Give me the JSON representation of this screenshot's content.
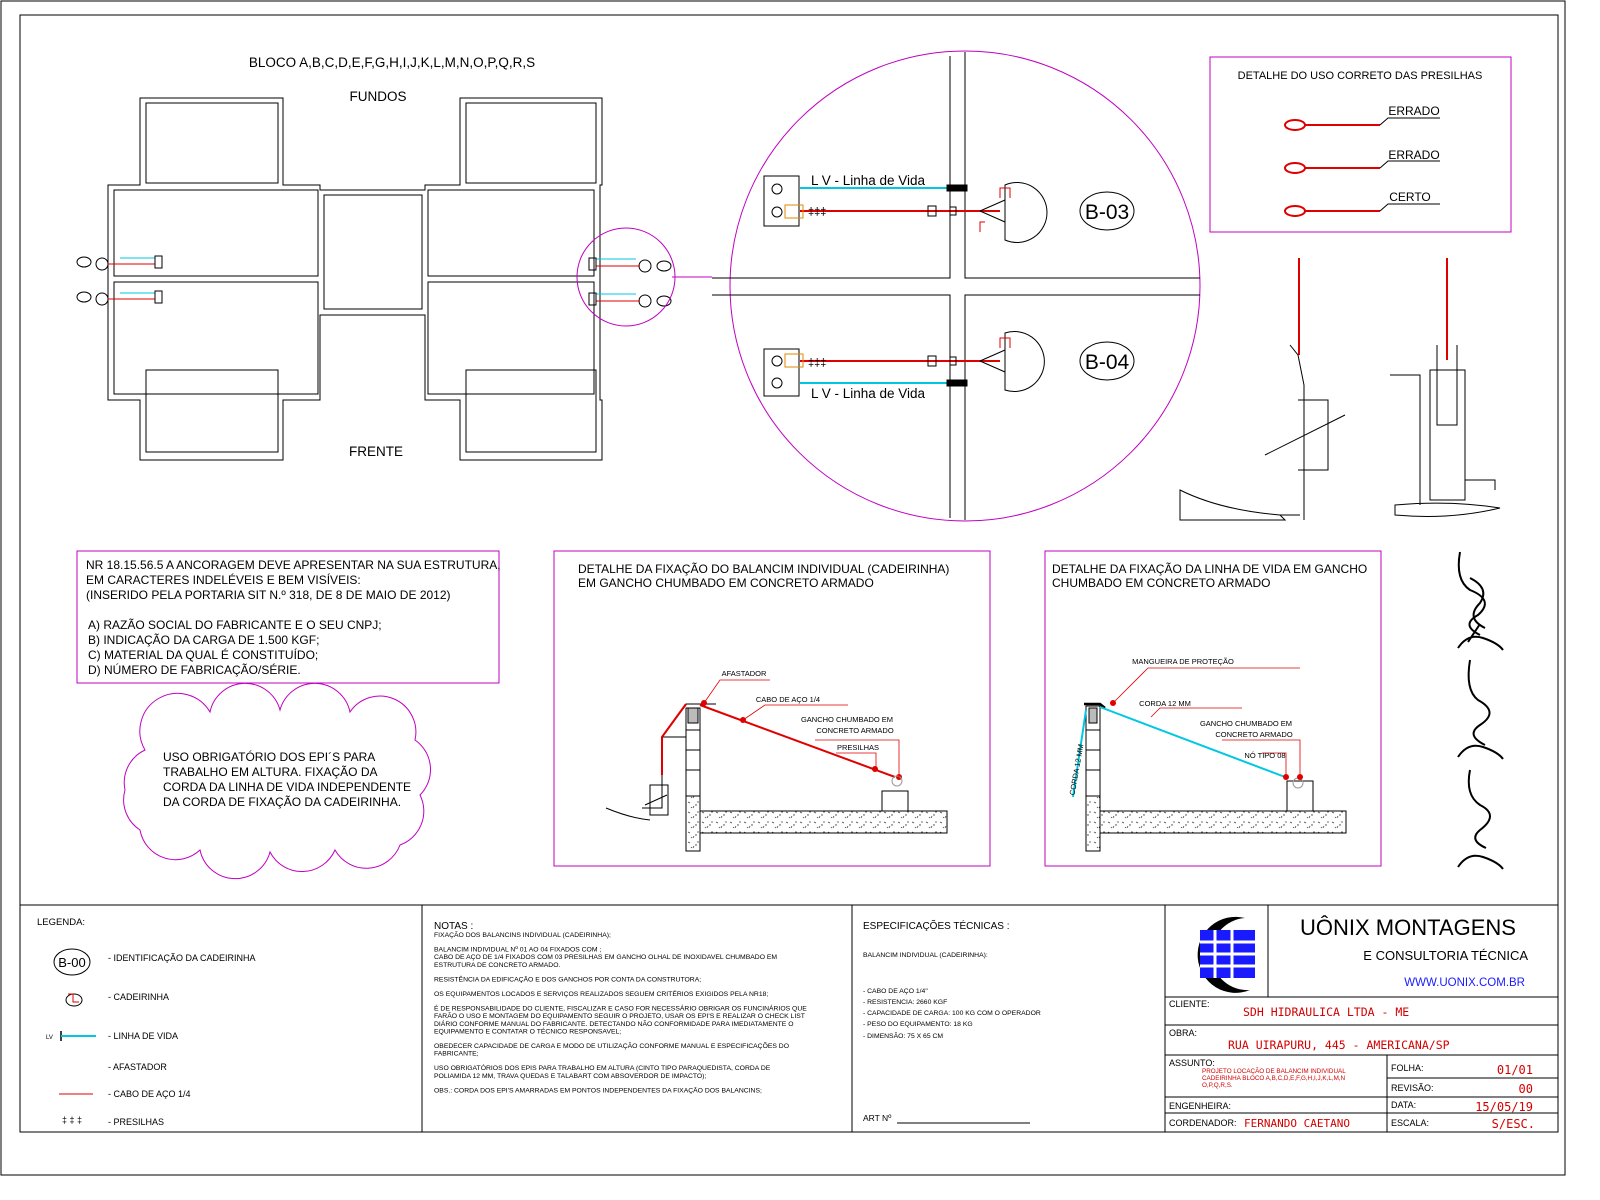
{
  "plan": {
    "title": "BLOCO A,B,C,D,E,F,G,H,I,J,K,L,M,N,O,P,Q,R,S",
    "top_label": "FUNDOS",
    "bottom_label": "FRENTE"
  },
  "detail_circle": {
    "lifeline_label_top": "L V - Linha de Vida",
    "lifeline_label_bottom": "L V - Linha de Vida",
    "id_top": "B-03",
    "id_bottom": "B-04"
  },
  "clips_detail": {
    "title": "DETALHE DO USO CORRETO DAS PRESILHAS",
    "labels": [
      "ERRADO",
      "ERRADO",
      "CERTO"
    ]
  },
  "nr_box": {
    "lines": [
      "NR 18.15.56.5 A ANCORAGEM DEVE APRESENTAR NA SUA ESTRUTURA,",
      "EM CARACTERES INDELÉVEIS E BEM VISÍVEIS:",
      "(INSERIDO PELA PORTARIA SIT N.º 318, DE 8 DE MAIO DE 2012)"
    ],
    "items": [
      "A) RAZÃO SOCIAL DO FABRICANTE E O SEU CNPJ;",
      "B) INDICAÇÃO DA CARGA DE 1.500 KGF;",
      "C) MATERIAL DA QUAL É CONSTITUÍDO;",
      "D) NÚMERO DE FABRICAÇÃO/SÉRIE."
    ]
  },
  "cloud_note": {
    "lines": [
      "USO OBRIGATÓRIO DOS EPI´S PARA",
      "TRABALHO EM ALTURA. FIXAÇÃO DA",
      "CORDA DA LINHA DE VIDA INDEPENDENTE",
      "DA CORDA DE FIXAÇÃO DA CADEIRINHA."
    ]
  },
  "detail_chair": {
    "title_lines": [
      "DETALHE DA FIXAÇÃO DO BALANCIM INDIVIDUAL (CADEIRINHA)",
      "EM GANCHO CHUMBADO EM CONCRETO ARMADO"
    ],
    "labels": {
      "afastador": "AFASTADOR",
      "cabo": "CABO DE AÇO 1/4",
      "gancho_1": "GANCHO CHUMBADO EM",
      "gancho_2": "CONCRETO ARMADO",
      "presilhas": "PRESILHAS"
    }
  },
  "detail_lifeline": {
    "title_lines": [
      "DETALHE DA FIXAÇÃO DA LINHA DE VIDA EM GANCHO",
      "CHUMBADO EM CONCRETO ARMADO"
    ],
    "labels": {
      "mangueira": "MANGUEIRA DE PROTEÇÃO",
      "corda": "CORDA 12 MM",
      "corda_vertical": "CORDA 12 MM",
      "gancho_1": "GANCHO CHUMBADO EM",
      "gancho_2": "CONCRETO ARMADO",
      "no": "NÓ TIPO 08"
    }
  },
  "legend": {
    "title": "LEGENDA:",
    "id_symbol": "B-00",
    "lv_symbol": "LV",
    "items": [
      "- IDENTIFICAÇÃO DA CADEIRINHA",
      "- CADEIRINHA",
      "- LINHA DE VIDA",
      "- AFASTADOR",
      "- CABO DE AÇO 1/4",
      "- PRESILHAS"
    ]
  },
  "notes": {
    "title": "NOTAS :",
    "paragraphs": [
      [
        "FIXAÇÃO DOS BALANCINS INDIVIDUAL (CADEIRINHA);"
      ],
      [
        "BALANCIM INDIVIDUAL Nº 01 AO 04  FIXADOS COM ;",
        "CABO DE AÇO DE 1/4 FIXADOS COM 03 PRESILHAS EM GANCHO OLHAL DE INOXIDAVEL CHUMBADO EM",
        "ESTRUTURA  DE CONCRETO ARMADO."
      ],
      [
        "RESISTÊNCIA DA EDIFICAÇÃO E DOS GANCHOS  POR CONTA DA CONSTRUTORA;"
      ],
      [
        "OS EQUIPAMENTOS LOCADOS E SERVIÇOS REALIZADOS SEGUEM CRITÉRIOS EXIGIDOS  PELA NR18;"
      ],
      [
        "É DE RESPONSABILIDADE DO CLIENTE, FISCALIZAR E CASO FOR NECESSÁRIO OBRIGAR OS FUNCINÁRIOS QUE",
        "FARÃO O USO E MONTAGEM DO EQUIPAMENTO SEGUIR O PROJETO, USAR OS EPI'S E REALIZAR O CHECK LIST",
        "DIÁRIO  CONFORME MANUAL DO FABRICANTE. DETECTANDO NÃO CONFORMIDADE PARA  IMEDIATAMENTE O",
        "EQUIPAMENTO E CONTATAR O TÉCNICO RESPONSAVEL;"
      ],
      [
        "OBEDECER CAPACIDADE DE CARGA E MODO DE UTILIZAÇÃO CONFORME MANUAL E ESPECIFICAÇÕES DO",
        "FABRICANTE;"
      ],
      [
        "USO OBRIGATÓRIOS DOS EPIS PARA TRABALHO EM ALTURA (CINTO TIPO PARAQUEDISTA, CORDA DE",
        "POLIAMIDA 12 MM, TRAVA QUEDAS E TALABART COM ABSOVERDOR DE IMPACTO);"
      ],
      [
        "OBS.: CORDA DOS EPI'S AMARRADAS EM PONTOS INDEPENDENTES DA FIXAÇÃO DOS BALANCINS;"
      ]
    ]
  },
  "specs": {
    "title": "ESPECIFICAÇÕES TÉCNICAS :",
    "subtitle": "BALANCIM INDIVIDUAL (CADEIRINHA):",
    "items": [
      "- CABO DE AÇO 1/4\"",
      "- RESISTENCIA: 2660 KGF",
      "- CAPACIDADE DE CARGA: 100 KG COM O OPERADOR",
      "- PESO DO EQUIPAMENTO: 18  KG",
      "- DIMENSÃO: 75 X 65 CM"
    ],
    "art_label": "ART Nº"
  },
  "title_block": {
    "company": "UÔNIX MONTAGENS",
    "company_sub": "E CONSULTORIA TÉCNICA",
    "website": "WWW.UONIX.COM.BR",
    "cliente_label": "CLIENTE:",
    "cliente": "SDH HIDRAULICA LTDA - ME",
    "obra_label": "OBRA:",
    "obra": "RUA UIRAPURU, 445 - AMERICANA/SP",
    "assunto_label": "ASSUNTO:",
    "assunto_lines": [
      "PROJETO LOCAÇÃO DE BALANCIM INDIVIDUAL",
      "CADEIRINHA BLOCO A,B,C,D,E,F,G,H,I,J,K,L,M,N",
      "O,P,Q,R,S."
    ],
    "folha_label": "FOLHA:",
    "folha": "01/01",
    "revisao_label": "REVISÃO:",
    "revisao": "00",
    "engenheira_label": "ENGENHEIRA:",
    "data_label": "DATA:",
    "data": "15/05/19",
    "coordenador_label": "CORDENADOR:",
    "coordenador": "FERNANDO CAETANO",
    "escala_label": "ESCALA:",
    "escala": "S/ESC."
  },
  "colors": {
    "magenta": "#c000c0",
    "red": "#e00000",
    "cyan": "#00c8e0",
    "blue": "#1a1aff"
  }
}
